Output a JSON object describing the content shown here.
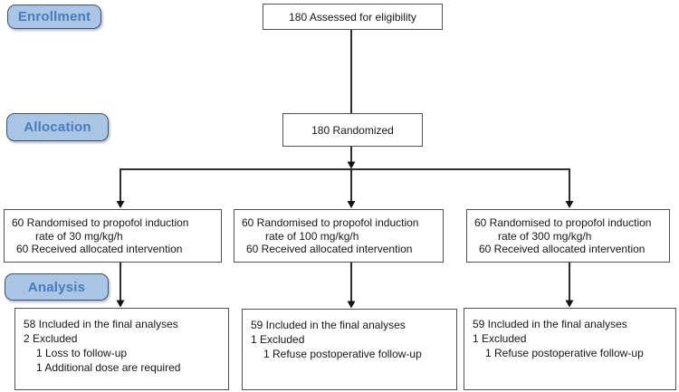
{
  "diagram": {
    "stages": {
      "enrollment": "Enrollment",
      "allocation": "Allocation",
      "analysis": "Analysis"
    },
    "top_boxes": {
      "assessed": "180 Assessed for eligibility",
      "randomized": "180 Randomized"
    },
    "allocation_boxes": [
      {
        "lines": [
          "60 Randomised to propofol induction",
          "rate of 30 mg/kg/h",
          "60 Received allocated intervention"
        ]
      },
      {
        "lines": [
          "60 Randomised to propofol induction",
          "rate of 100 mg/kg/h",
          "60 Received allocated intervention"
        ]
      },
      {
        "lines": [
          "60 Randomised to propofol induction",
          "rate of 300 mg/kg/h",
          "60 Received allocated intervention"
        ]
      }
    ],
    "analysis_boxes": [
      {
        "lines": [
          "58 Included in the final analyses",
          "2 Excluded",
          "1 Loss to follow-up",
          "1 Additional dose are required"
        ]
      },
      {
        "lines": [
          "59 Included in the final analyses",
          "1 Excluded",
          "1 Refuse postoperative follow-up"
        ]
      },
      {
        "lines": [
          "59 Included in the final analyses",
          "1 Excluded",
          "1 Refuse postoperative follow-up"
        ]
      }
    ],
    "colors": {
      "badge_fill": "#a9c6e7",
      "badge_border": "#44506b",
      "badge_text": "#4b7cb8",
      "box_border": "#515151",
      "line": "#141414"
    }
  }
}
